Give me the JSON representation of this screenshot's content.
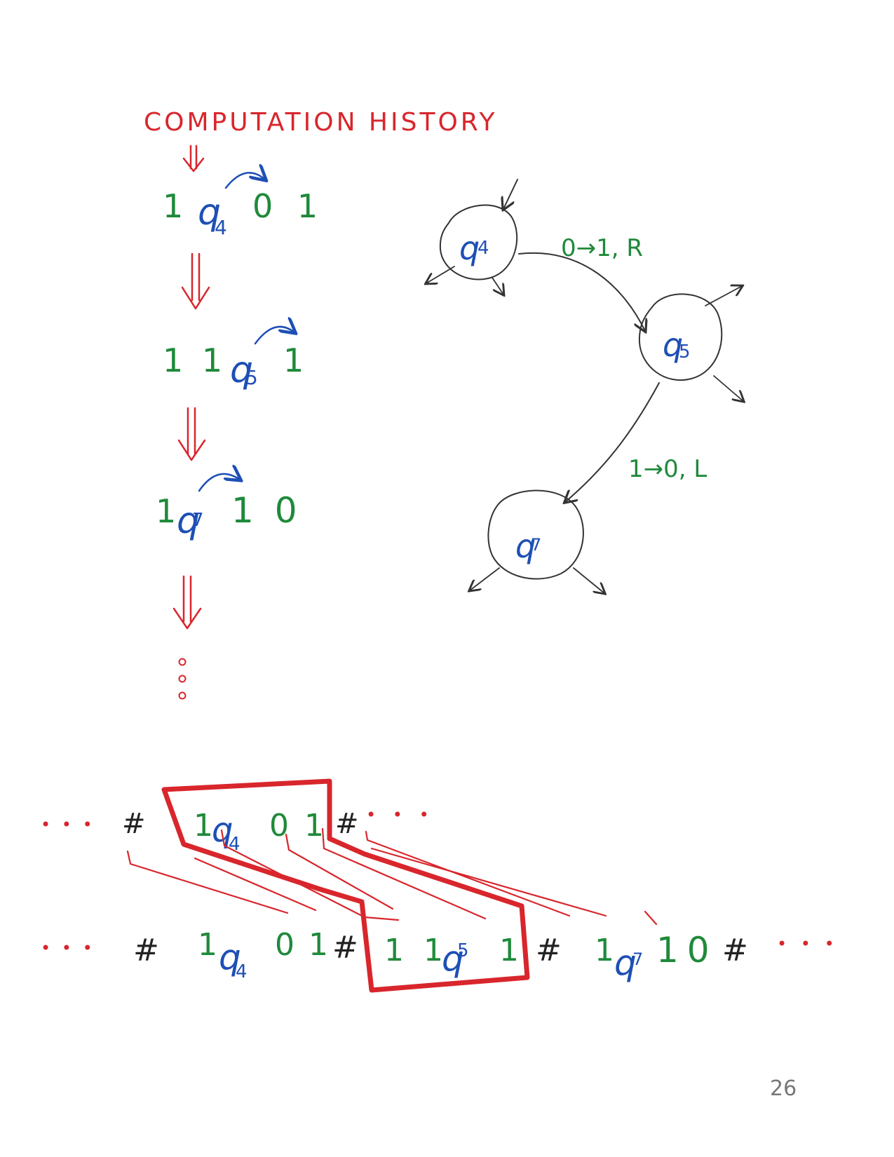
{
  "title": "COMPUTATION HISTORY",
  "page_number": "26",
  "history": [
    {
      "before": "1",
      "state": "q",
      "sub": "4",
      "after": "0 1"
    },
    {
      "before": "1 1",
      "state": "q",
      "sub": "5",
      "after": "1"
    },
    {
      "before": "1",
      "state": "q",
      "sub": "7",
      "after": "1 0"
    }
  ],
  "states": [
    {
      "label": "q",
      "sub": "4"
    },
    {
      "label": "q",
      "sub": "5"
    },
    {
      "label": "q",
      "sub": "7"
    }
  ],
  "transitions": [
    {
      "label": "0→1, R"
    },
    {
      "label": "1→0, L"
    }
  ],
  "tape_top": {
    "left_dots": "• • •",
    "hash_left": "#",
    "config": {
      "before": "1",
      "state": "q",
      "sub": "4",
      "after": "0 1"
    },
    "hash_right": "#",
    "right_dots": "• • •"
  },
  "tape_bottom": {
    "left_dots": "• • •",
    "hash": "#",
    "configs": [
      {
        "before": "1",
        "state": "q",
        "sub": "4",
        "after": "0 1"
      },
      {
        "before": "1 1",
        "state": "q",
        "sub": "5",
        "after": "1"
      },
      {
        "before": "1",
        "state": "q",
        "sub": "7",
        "after": "1 0"
      }
    ],
    "right_dots": "• • •"
  },
  "colors": {
    "red": "#d8262c",
    "green": "#1f8a3a",
    "blue": "#1e4fb5",
    "black": "#222222"
  }
}
